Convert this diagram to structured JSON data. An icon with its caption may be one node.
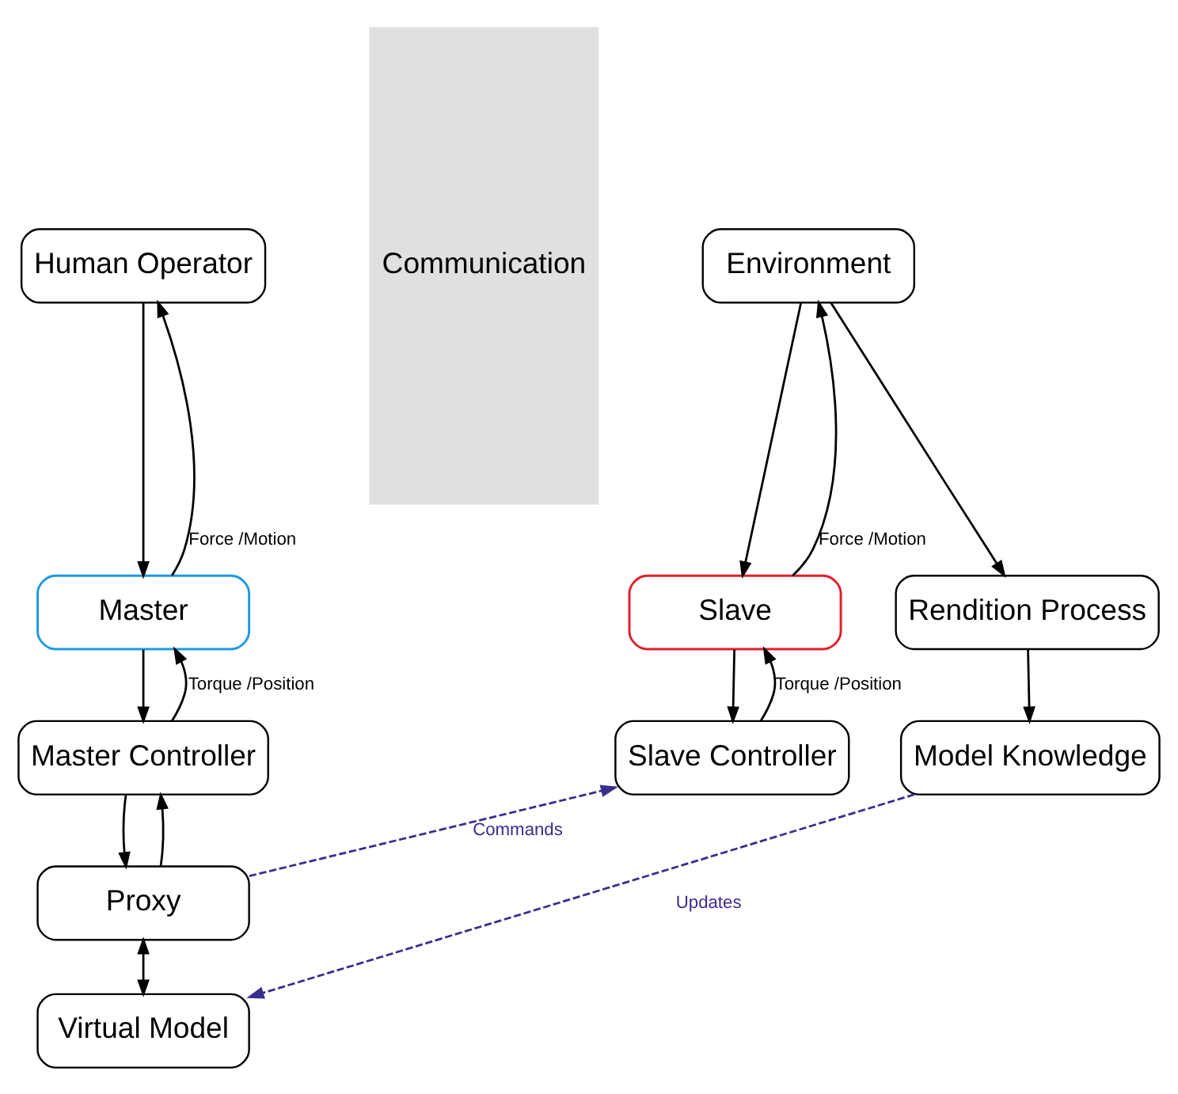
{
  "diagram": {
    "nodes": [
      {
        "text": [
          "Human Operator"
        ]
      },
      {
        "text": [
          "Master"
        ]
      },
      {
        "text": [
          "Master Controller"
        ]
      },
      {
        "text": [
          "Proxy"
        ]
      },
      {
        "text": [
          "Virtual Model"
        ]
      },
      {
        "text": [
          "Communication"
        ]
      },
      {
        "text": [
          "Environment"
        ]
      },
      {
        "text": [
          "Slave"
        ]
      },
      {
        "text": [
          "Slave Controller"
        ]
      },
      {
        "text": [
          "Rendition Process"
        ]
      },
      {
        "text": [
          "Model Knowledge"
        ]
      }
    ],
    "edges": [
      {
        "from": 1,
        "to": 0,
        "arrow": "to",
        "label": "Force /Motion"
      },
      {
        "from": 0,
        "to": 1,
        "arrow": "to"
      },
      {
        "from": 2,
        "to": 1,
        "arrow": "to",
        "label": "Torque /Position"
      },
      {
        "from": 1,
        "to": 2,
        "arrow": "to"
      },
      {
        "from": 3,
        "to": 2,
        "arrow": "to"
      },
      {
        "from": 2,
        "to": 3,
        "arrow": "to"
      },
      {
        "from": 3,
        "to": 8,
        "arrow": "to",
        "label": "Commands",
        "style": "dashed",
        "color": "#3a2e8c"
      },
      {
        "from": 3,
        "to": 4,
        "arrow": "both"
      },
      {
        "from": 7,
        "to": 6,
        "arrow": "to",
        "label": "Force /Motion"
      },
      {
        "from": 6,
        "to": 7,
        "arrow": "to"
      },
      {
        "from": 8,
        "to": 7,
        "arrow": "to",
        "label": "Torque /Position"
      },
      {
        "from": 7,
        "to": 8,
        "arrow": "to"
      },
      {
        "from": 6,
        "to": 9,
        "arrow": "to"
      },
      {
        "from": 9,
        "to": 10,
        "arrow": "to"
      },
      {
        "from": 10,
        "to": 4,
        "arrow": "to",
        "label": "Updates",
        "style": "dashed",
        "color": "#3a2e8c"
      }
    ]
  }
}
